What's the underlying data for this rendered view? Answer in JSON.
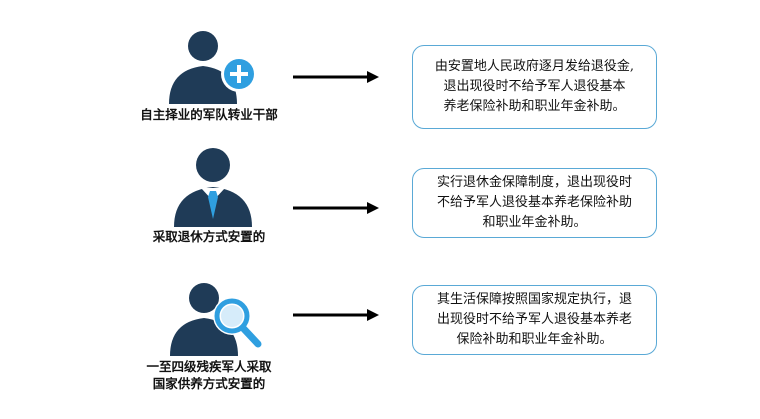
{
  "rows": [
    {
      "label_lines": [
        "自主择业的军队转业干部"
      ],
      "icon": "person-plus-icon",
      "text_lines": [
        "由安置地人民政府逐月发给退役金,",
        "退出现役时不给予军人退役基本",
        "养老保险补助和职业年金补助。"
      ]
    },
    {
      "label_lines": [
        "采取退休方式安置的"
      ],
      "icon": "person-tie-icon",
      "text_lines": [
        "实行退休金保障制度，退出现役时",
        "不给予军人退役基本养老保险补助",
        "和职业年金补助。"
      ]
    },
    {
      "label_lines": [
        "一至四级残疾军人采取",
        "国家供养方式安置的"
      ],
      "icon": "person-search-icon",
      "text_lines": [
        "其生活保障按照国家规定执行，退",
        "出现役时不给予军人退役基本养老",
        "保险补助和职业年金补助。"
      ]
    }
  ],
  "colors": {
    "person": "#1f3b57",
    "accent": "#2f9fe0",
    "border": "#5aa9d6",
    "arrow": "#000000"
  }
}
